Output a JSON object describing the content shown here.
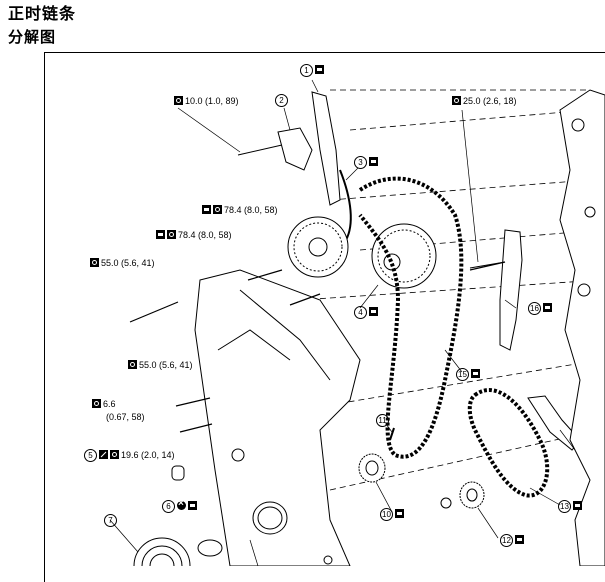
{
  "header": {
    "title": "正时链条",
    "subtitle": "分解图"
  },
  "callouts": [
    {
      "id": "c1",
      "num": "1"
    },
    {
      "id": "c2",
      "num": "2"
    },
    {
      "id": "c3",
      "num": "3"
    },
    {
      "id": "c4",
      "num": "4"
    },
    {
      "id": "c5",
      "num": "5"
    },
    {
      "id": "c6",
      "num": "6"
    },
    {
      "id": "c7",
      "num": "7"
    },
    {
      "id": "c10",
      "num": "10"
    },
    {
      "id": "c11",
      "num": "11"
    },
    {
      "id": "c12",
      "num": "12"
    },
    {
      "id": "c13",
      "num": "13"
    },
    {
      "id": "c15",
      "num": "15"
    },
    {
      "id": "c16",
      "num": "16"
    }
  ],
  "torques": {
    "t1": "10.0 (1.0, 89)",
    "t2": "25.0 (2.6, 18)",
    "t3": "78.4 (8.0, 58)",
    "t4": "78.4 (8.0, 58)",
    "t5": "55.0 (5.6, 41)",
    "t6": "55.0 (5.6, 41)",
    "t7_a": "6.6",
    "t7_b": "(0.67, 58)",
    "t8": "19.6 (2.0, 14)"
  },
  "icons": {
    "wrench": "torque-wrench-icon",
    "oil": "lubricate-icon",
    "seal": "sealant-icon",
    "noreuse": "do-not-reuse-icon"
  }
}
